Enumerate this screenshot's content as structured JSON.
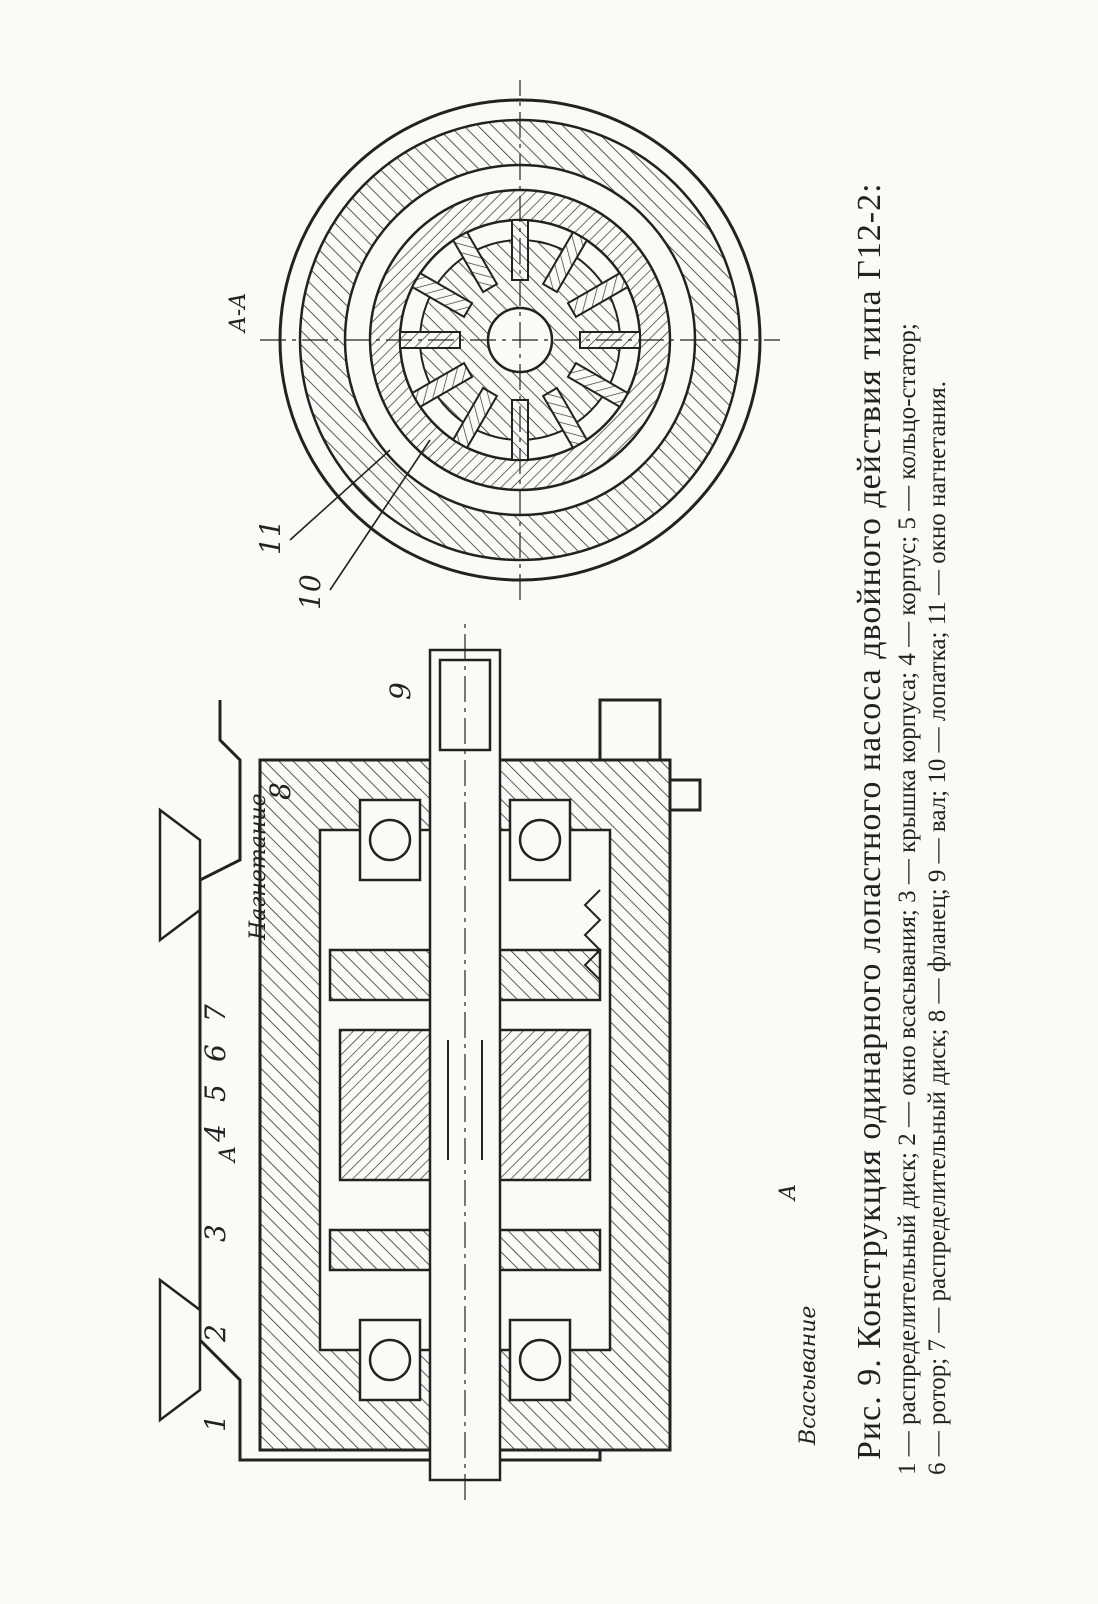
{
  "view": {
    "section_label": "A-A",
    "section_marker": "A",
    "flow_in": "Всасывание",
    "flow_out": "Нагнетание",
    "numbers": [
      "1",
      "2",
      "3",
      "4",
      "5",
      "6",
      "7",
      "8",
      "9",
      "10",
      "11"
    ]
  },
  "caption": {
    "title": "Рис. 9. Конструкция одинарного лопастного насоса двойного действия типа Г12-2:",
    "line1": "1 — распределительный диск; 2 — окно всасывания; 3 — крышка корпуса; 4 — корпус; 5 — кольцо-статор;",
    "line2": "6 — ротор; 7 — распределительный диск; 8 — фланец; 9 — вал; 10 — лопатка; 11 — окно нагнетания."
  }
}
